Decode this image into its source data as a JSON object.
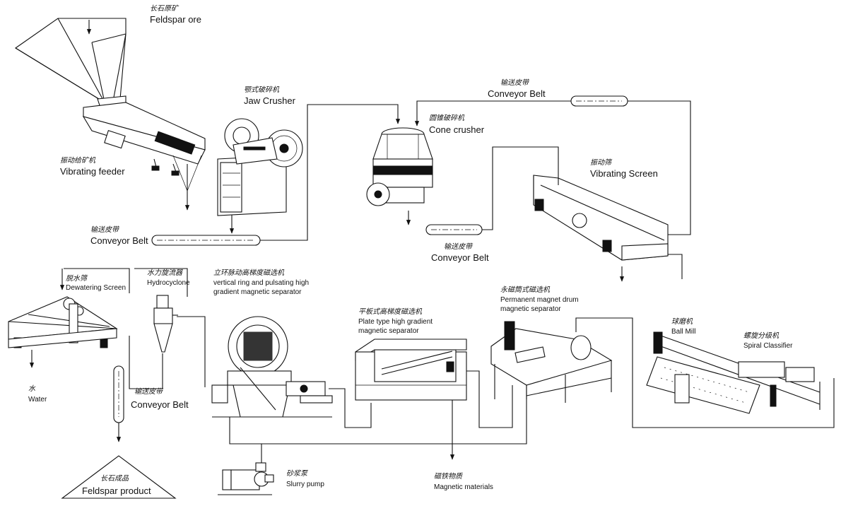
{
  "labels": {
    "feldspar_ore": {
      "cn": "长石原矿",
      "en": "Feldspar ore"
    },
    "vibrating_feeder": {
      "cn": "振动给矿机",
      "en": "Vibrating feeder"
    },
    "jaw_crusher": {
      "cn": "颚式破碎机",
      "en": "Jaw Crusher"
    },
    "conveyor_belt_1": {
      "cn": "输送皮带",
      "en": "Conveyor Belt"
    },
    "conveyor_belt_2": {
      "cn": "输送皮带",
      "en": "Conveyor Belt"
    },
    "cone_crusher": {
      "cn": "圆锥破碎机",
      "en": "Cone crusher"
    },
    "conveyor_belt_3": {
      "cn": "输送皮带",
      "en": "Conveyor Belt"
    },
    "vibrating_screen": {
      "cn": "振动筛",
      "en": "Vibrating Screen"
    },
    "dewatering_screen": {
      "cn": "脱水筛",
      "en": "Dewatering Screen"
    },
    "hydrocyclone": {
      "cn": "水力旋流器",
      "en": "Hydrocyclone"
    },
    "vertical_ring": {
      "cn": "立环脉动高梯度磁选机",
      "en1": "vertical ring and pulsating high",
      "en2": "gradient magnetic separator"
    },
    "plate_type": {
      "cn": "平板式高梯度磁选机",
      "en1": "Plate type high gradient",
      "en2": "magnetic separator"
    },
    "permanent_drum": {
      "cn": "永磁筒式磁选机",
      "en1": "Permanent magnet drum",
      "en2": "magnetic separator"
    },
    "ball_mill": {
      "cn": "球磨机",
      "en": "Ball Mill"
    },
    "spiral_classifier": {
      "cn": "螺旋分级机",
      "en": "Spiral Classifier"
    },
    "water": {
      "cn": "水",
      "en": "Water"
    },
    "conveyor_belt_4": {
      "cn": "输送皮带",
      "en": "Conveyor Belt"
    },
    "feldspar_product": {
      "cn": "长石成品",
      "en": "Feldspar product"
    },
    "slurry_pump": {
      "cn": "砂浆泵",
      "en": "Slurry pump"
    },
    "magnetic_materials": {
      "cn": "磁铁物质",
      "en": "Magnetic materials"
    }
  }
}
